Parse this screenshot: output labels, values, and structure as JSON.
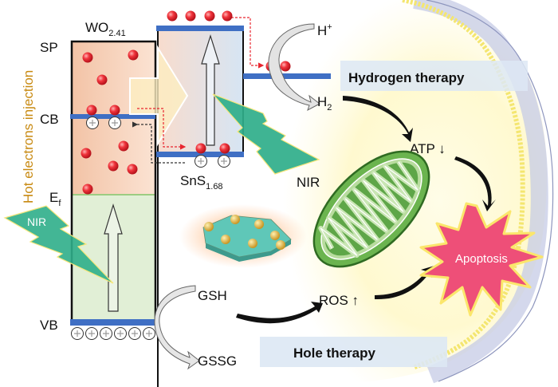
{
  "figure": {
    "side_label": "Hot electrons injection",
    "materials": {
      "wo": {
        "base": "WO",
        "sub": "2.41"
      },
      "sns": {
        "base": "SnS",
        "sub": "1.68"
      }
    },
    "levels": {
      "sp": "SP",
      "cb": "CB",
      "ef": {
        "base": "E",
        "sub": "f"
      },
      "vb": "VB"
    },
    "nir_labels": [
      "NIR",
      "NIR"
    ],
    "species": {
      "h_plus": {
        "base": "H",
        "sup": "+"
      },
      "h2": {
        "base": "H",
        "sub": "2"
      },
      "gsh": "GSH",
      "gssg": "GSSG",
      "atp": "ATP ↓",
      "ros": "ROS ↑",
      "apoptosis": "Apoptosis"
    },
    "therapies": {
      "hydrogen": "Hydrogen therapy",
      "hole": "Hole therapy"
    },
    "colors": {
      "band_blue": "#3f6fc4",
      "electron_red": "#e8252f",
      "wo_fill": "#f6cdb3",
      "green_fill": "#e0efd5",
      "sns_fill": "#d9e6f3",
      "nir_green": "#2fae8a",
      "arrow_yellow": "#fdeec0",
      "apoptosis_pink": "#ee4f78",
      "label_box": "#dde8f4",
      "side_label_color": "#c88a12",
      "mito_green": "#4e9a3a"
    }
  }
}
